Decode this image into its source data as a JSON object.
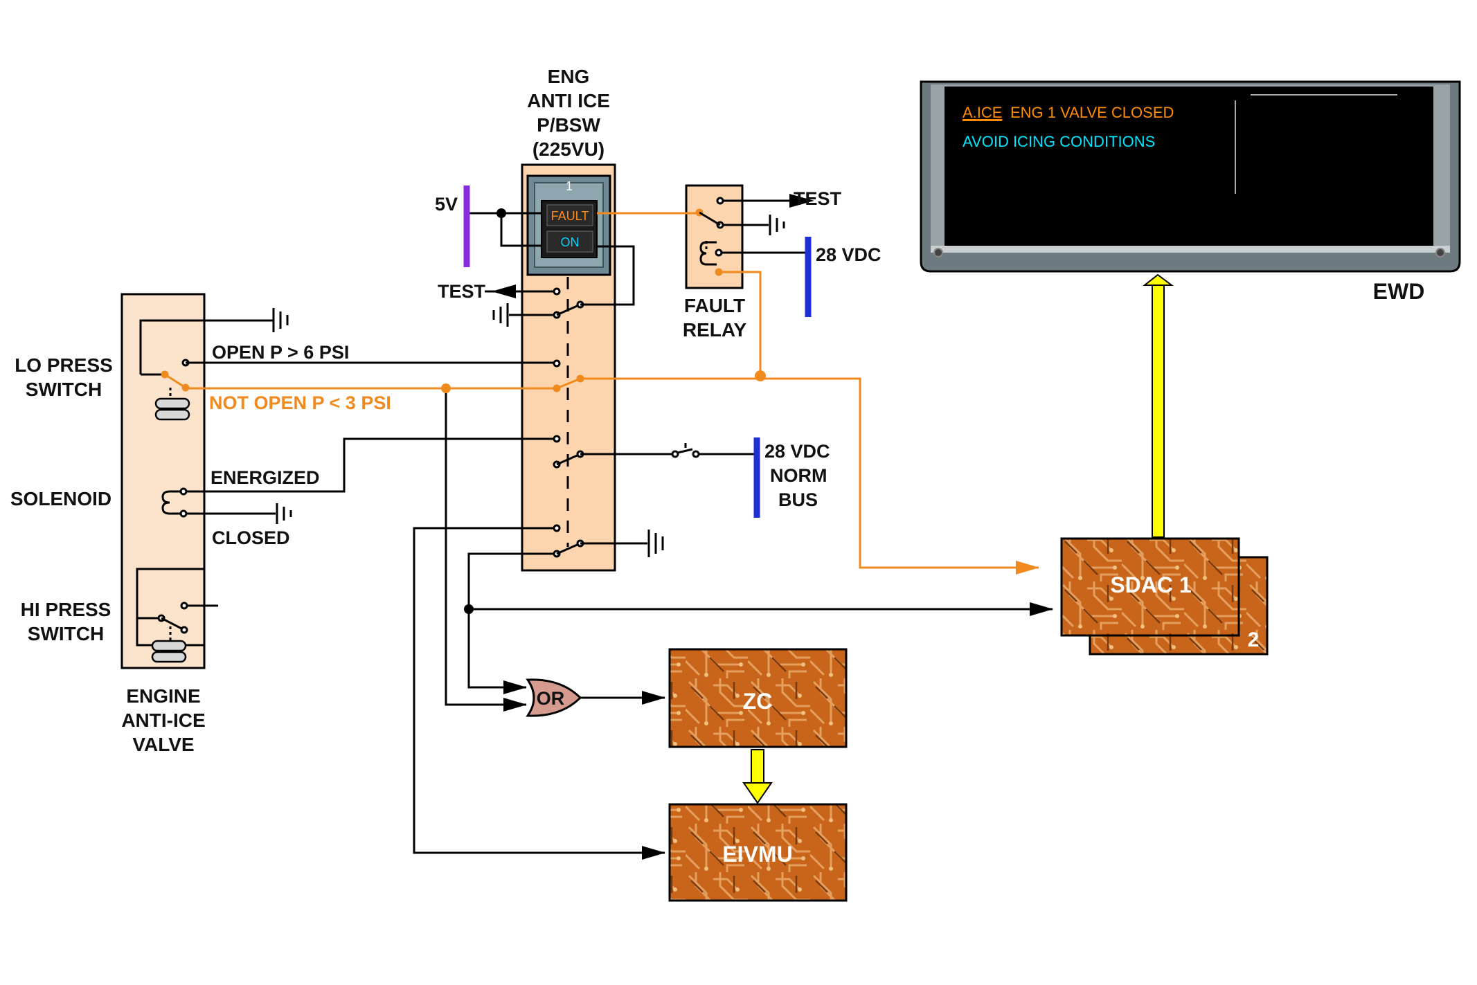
{
  "colors": {
    "wire": "#000000",
    "fault_wire": "#f08a1e",
    "panel_fill": "#fcd5ae",
    "valve_fill": "#fbe3cc",
    "bus_blue": "#1f2fd6",
    "bus_purple": "#8a2be2",
    "data_arrow": "#ffff00",
    "pcb_base": "#c8651a",
    "ewd_screen": "#000000",
    "ewd_amber": "#ff8c00",
    "ewd_cyan": "#00e6ff"
  },
  "pushbutton": {
    "title_line1": "ENG",
    "title_line2": "ANTI ICE",
    "title_line3": "P/BSW",
    "title_line4": "(225VU)",
    "number": "1",
    "fault_legend": "FAULT",
    "on_legend": "ON"
  },
  "supply": {
    "v5": "5V",
    "test_left": "TEST",
    "test_right": "TEST",
    "vdc_relay": "28 VDC",
    "norm_bus_line1": "28 VDC",
    "norm_bus_line2": "NORM",
    "norm_bus_line3": "BUS"
  },
  "fault_relay": {
    "line1": "FAULT",
    "line2": "RELAY"
  },
  "valve": {
    "lo_press_line1": "LO PRESS",
    "lo_press_line2": "SWITCH",
    "open_label": "OPEN P > 6 PSI",
    "not_open_label": "NOT OPEN P < 3 PSI",
    "solenoid": "SOLENOID",
    "energized": "ENERGIZED",
    "closed": "CLOSED",
    "hi_press_line1": "HI PRESS",
    "hi_press_line2": "SWITCH",
    "name_line1": "ENGINE",
    "name_line2": "ANTI-ICE",
    "name_line3": "VALVE"
  },
  "computers": {
    "sdac1": "SDAC 1",
    "sdac2": "2",
    "or_gate": "OR",
    "zc": "ZC",
    "eivmu": "EIVMU"
  },
  "ewd": {
    "label": "EWD",
    "msg_prefix": "A.ICE",
    "msg_text": "ENG 1 VALVE CLOSED",
    "msg_action": "AVOID ICING CONDITIONS"
  }
}
